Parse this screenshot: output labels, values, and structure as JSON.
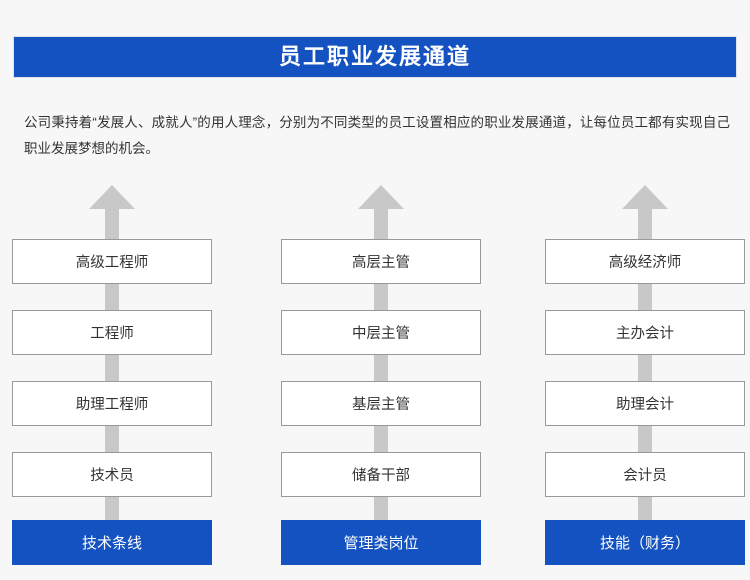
{
  "header": {
    "title": "员工职业发展通道",
    "background_color": "#1352c0",
    "text_color": "#ffffff"
  },
  "intro": {
    "paragraph": "公司秉持着“发展人、成就人”的用人理念，分别为不同类型的员工设置相应的职业发展通道，让每位员工都有实现自己职业发展梦想的机会。"
  },
  "diagram": {
    "arrow_color": "#c8c8c8",
    "box_border_color": "#999999",
    "box_background": "#ffffff",
    "base_color": "#1352c0",
    "columns": [
      {
        "base_label": "技术条线",
        "levels": [
          "高级工程师",
          "工程师",
          "助理工程师",
          "技术员"
        ]
      },
      {
        "base_label": "管理类岗位",
        "levels": [
          "高层主管",
          "中层主管",
          "基层主管",
          "储备干部"
        ]
      },
      {
        "base_label": "技能（财务）",
        "levels": [
          "高级经济师",
          "主办会计",
          "助理会计",
          "会计员"
        ]
      }
    ]
  }
}
